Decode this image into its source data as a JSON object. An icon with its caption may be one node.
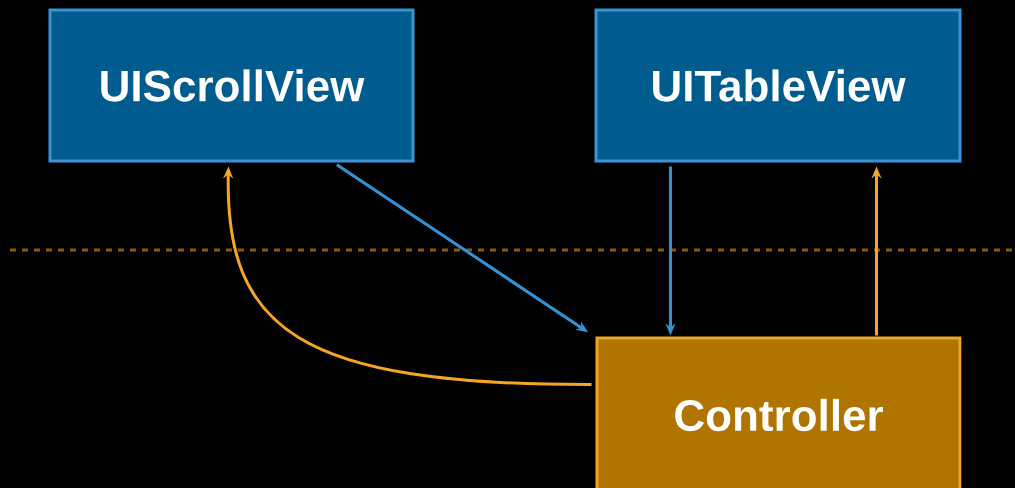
{
  "diagram": {
    "nodes": [
      {
        "text": [
          "UIScrollView"
        ]
      },
      {
        "text": [
          "UITableView"
        ]
      },
      {
        "text": [
          "Controller"
        ]
      }
    ],
    "edges": [
      {
        "from": 0,
        "to": 2,
        "arrow": "to",
        "color": "#3393d6"
      },
      {
        "from": 1,
        "to": 2,
        "arrow": "to",
        "color": "#3393d6"
      },
      {
        "from": 2,
        "to": 0,
        "arrow": "to",
        "color": "#f5a623"
      },
      {
        "from": 2,
        "to": 1,
        "arrow": "to",
        "color": "#f5a623"
      }
    ]
  }
}
